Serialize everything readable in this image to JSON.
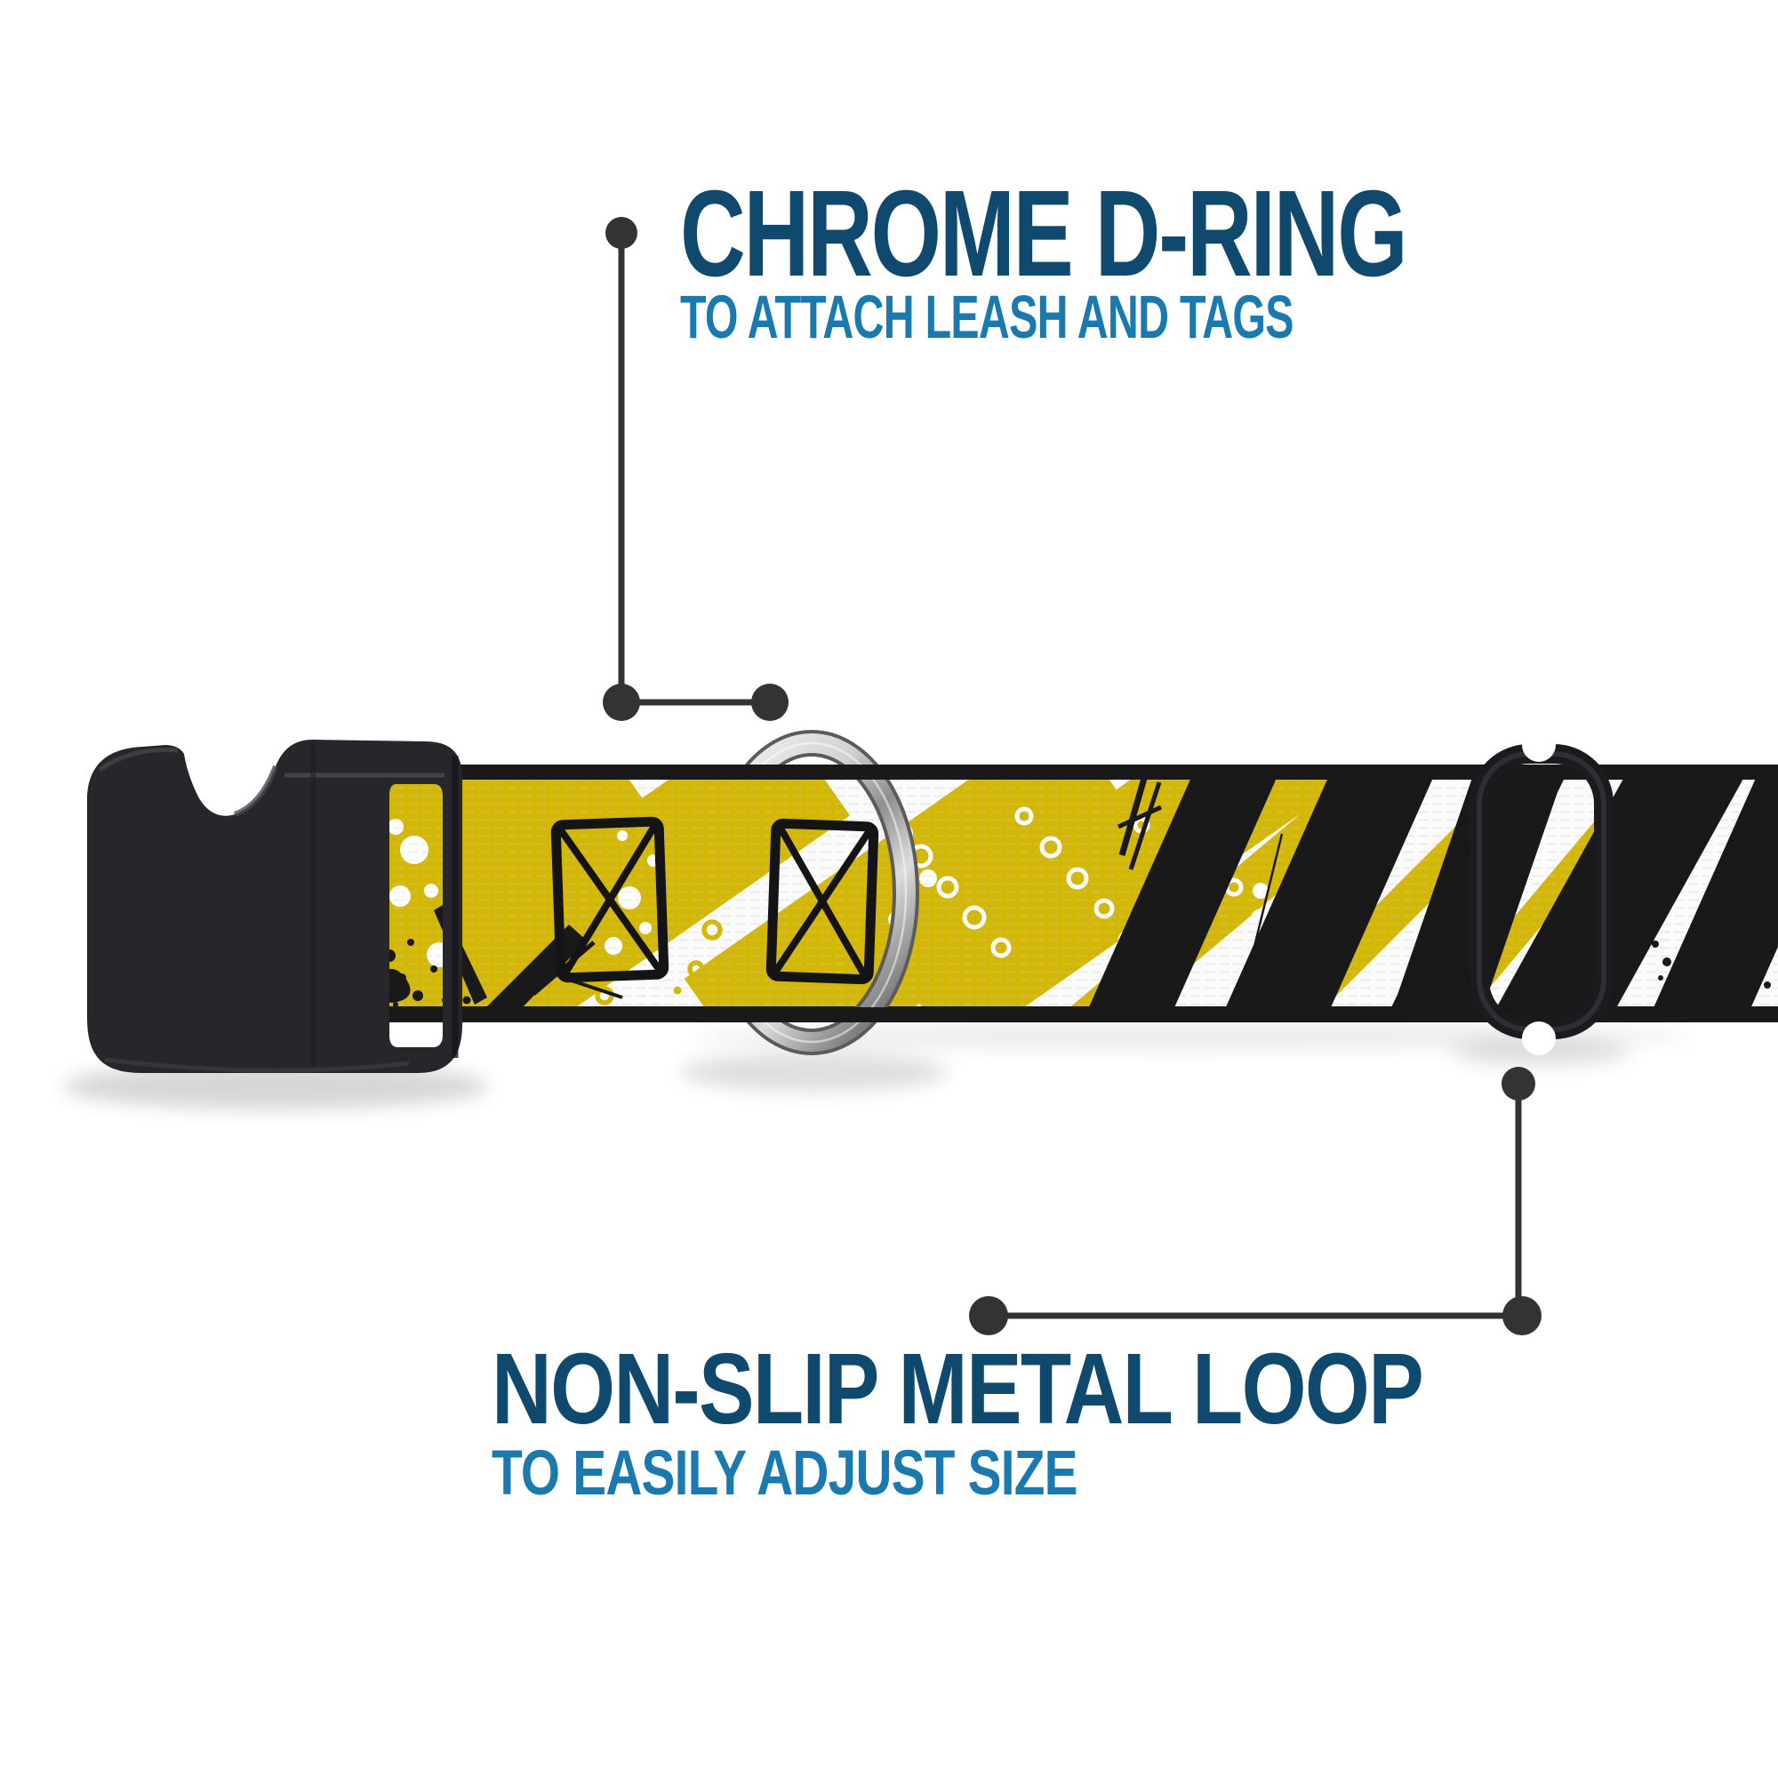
{
  "colors": {
    "title_navy": "#10496e",
    "subtitle_blue": "#1a79ae",
    "callout_dark": "#333333",
    "collar_yellow": "#d3b703",
    "pattern_black": "#191919",
    "webbing_white": "#fbfbfb",
    "buckle_black": "#27272b",
    "buckle_highlight": "#47474d",
    "loop_black": "#1b1b1f",
    "loop_highlight": "#3c3c43",
    "silver_light": "#f5f5f5",
    "silver_dark": "#8f8f8f"
  },
  "callout_dring": {
    "title": "CHROME D-RING",
    "subtitle": "TO ATTACH LEASH AND TAGS"
  },
  "callout_loop": {
    "title": "NON-SLIP METAL LOOP",
    "subtitle": "TO EASILY ADJUST SIZE"
  }
}
